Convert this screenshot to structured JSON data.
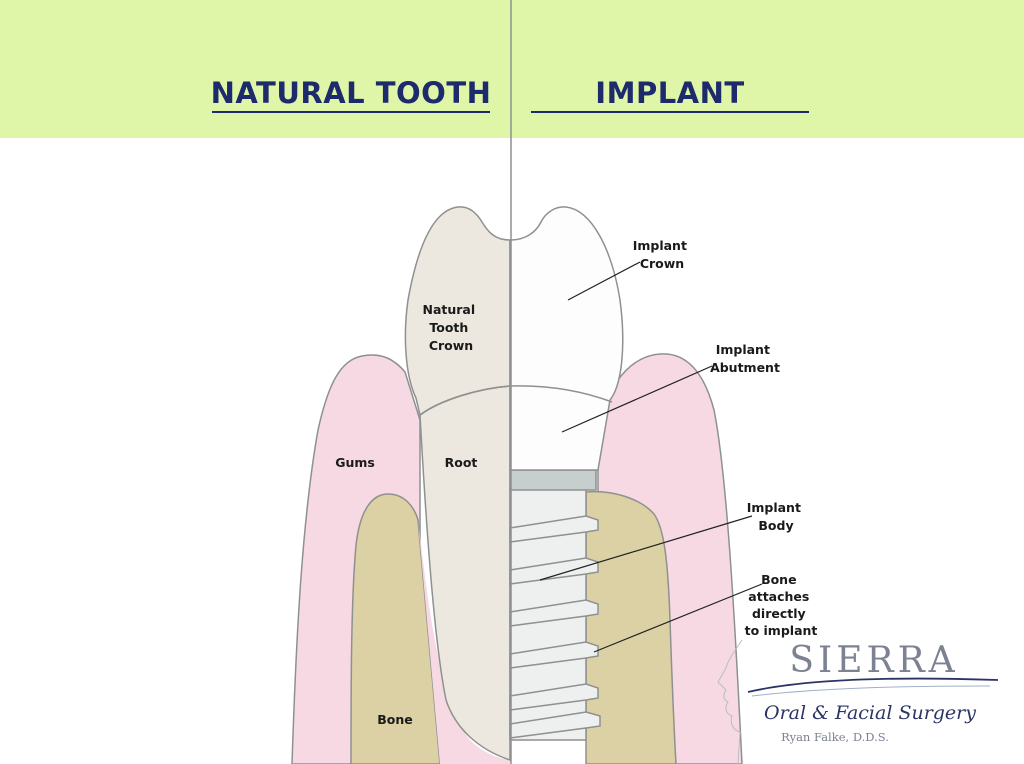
{
  "headings": {
    "left": "NATURAL TOOTH",
    "right": "IMPLANT"
  },
  "labels": {
    "natural_crown": [
      "Natural",
      "Tooth",
      "Crown"
    ],
    "gums": "Gums",
    "root": "Root",
    "bone": "Bone",
    "implant_crown": [
      "Implant",
      "Crown"
    ],
    "implant_abutment": [
      "Implant",
      "Abutment"
    ],
    "implant_body": [
      "Implant",
      "Body"
    ],
    "bone_attaches": [
      "Bone",
      "attaches",
      "directly",
      "to implant"
    ]
  },
  "logo": {
    "name": "SIERRA",
    "subtitle": "Oral & Facial Surgery",
    "doctor": "Ryan Falke, D.D.S."
  },
  "colors": {
    "header_band": "#dff5a8",
    "heading_text": "#1d2a6b",
    "gums": "#f7d9e3",
    "bone": "#dcd1a4",
    "natural_tooth": "#ece8df",
    "implant_crown": "#fdfdfd",
    "implant_body": "#eef0f0",
    "implant_collar": "#c6cfcd",
    "outline": "#8e9190"
  }
}
